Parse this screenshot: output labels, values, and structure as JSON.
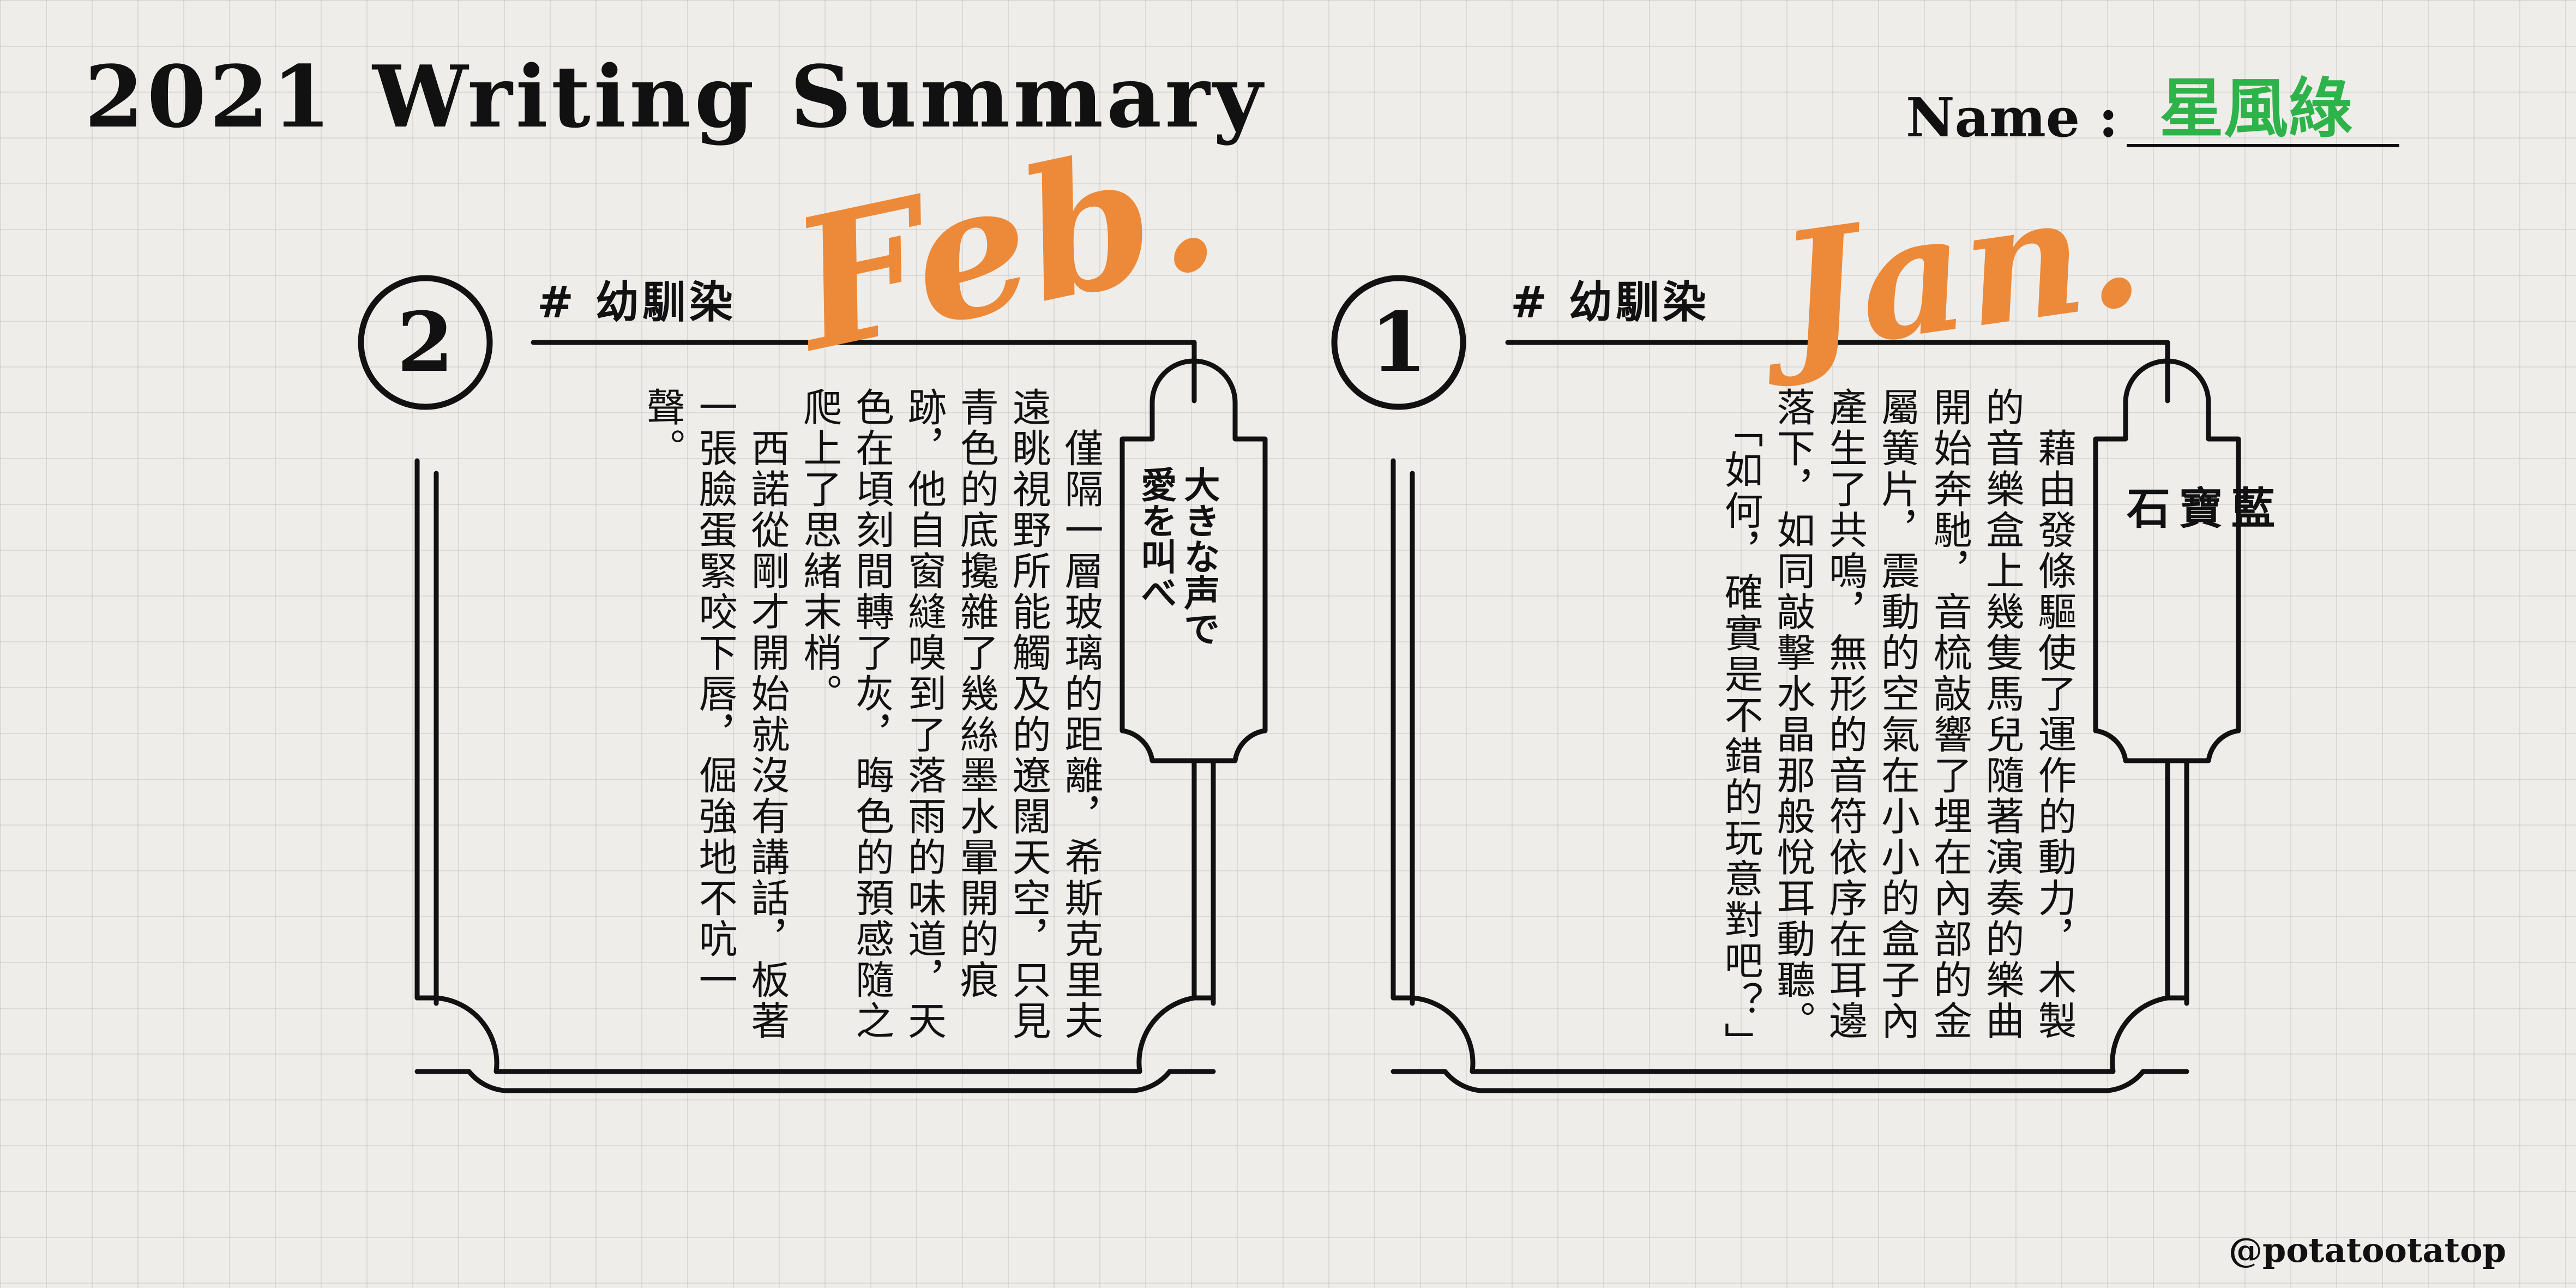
{
  "header": {
    "year": "2021",
    "title": "Writing Summary",
    "name_label": "Name :",
    "name_value": "星風綠"
  },
  "colors": {
    "background": "#efedea",
    "ink": "#111111",
    "accent_orange": "#ec8a3a",
    "name_green": "#2eb24a"
  },
  "cards": [
    {
      "number": "2",
      "tag": "# 幼馴染",
      "month_script": "Feb.",
      "plaque": "大きな声で\n愛を叫べ",
      "body": "　僅隔一層玻璃的距離，希斯克里夫遠眺視野所能觸及的遼闊天空，只見青色的底攙雜了幾絲墨水暈開的痕跡，他自窗縫嗅到了落雨的味道，天色在頃刻間轉了灰，晦色的預感隨之爬上了思緒末梢。\n　西諾從剛才開始就沒有講話，板著一張臉蛋緊咬下唇，倔強地不吭一聲。"
    },
    {
      "number": "1",
      "tag": "# 幼馴染",
      "month_script": "Jan.",
      "plaque": "藍\n寶\n石",
      "body": "　藉由發條驅使了運作的動力，木製的音樂盒上幾隻馬兒隨著演奏的樂曲開始奔馳，音梳敲響了埋在內部的金屬簧片，震動的空氣在小小的盒子內產生了共鳴，無形的音符依序在耳邊落下，如同敲擊水晶那般悅耳動聽。\n　「如何，確實是不錯的玩意對吧？」"
    }
  ],
  "footer": {
    "handle": "@potatootatop"
  }
}
